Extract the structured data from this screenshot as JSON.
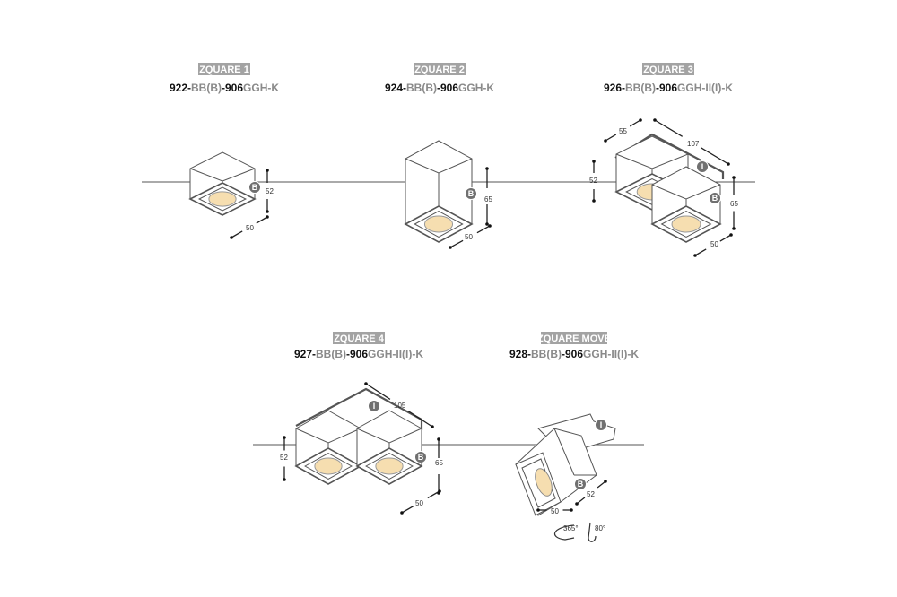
{
  "colors": {
    "badge": "#a3a3a3",
    "marker": "#707070",
    "light": "#f6deb0",
    "line": "#555555"
  },
  "products": [
    {
      "title": "ZQUARE 1",
      "code": [
        "922-",
        "BB(B)",
        "-906",
        "GGH-K"
      ],
      "dims": {
        "height": "52",
        "width": "50"
      },
      "markers": [
        "B"
      ]
    },
    {
      "title": "ZQUARE 2",
      "code": [
        "924-",
        "BB(B)",
        "-906",
        "GGH-K"
      ],
      "dims": {
        "height": "65",
        "width": "50"
      },
      "markers": [
        "B"
      ]
    },
    {
      "title": "ZQUARE 3",
      "code": [
        "926-",
        "BB(B)",
        "-906",
        "GGH-II(I)-K"
      ],
      "dims": {
        "depth": "55",
        "length": "107",
        "height_left": "52",
        "height_right": "65",
        "width": "50"
      },
      "markers": [
        "I",
        "B"
      ]
    },
    {
      "title": "ZQUARE 4",
      "code": [
        "927-",
        "BB(B)",
        "-906",
        "GGH-II(I)-K"
      ],
      "dims": {
        "length": "105",
        "height_left": "52",
        "height_right": "65",
        "width": "50"
      },
      "markers": [
        "I",
        "B"
      ]
    },
    {
      "title": "ZQUARE MOVE",
      "code": [
        "928-",
        "BB(B)",
        "-906",
        "GGH-II(I)-K"
      ],
      "dims": {
        "height": "52",
        "width": "50"
      },
      "markers": [
        "I",
        "B"
      ],
      "rotation": {
        "horizontal": "365°",
        "vertical": "80°"
      }
    }
  ]
}
